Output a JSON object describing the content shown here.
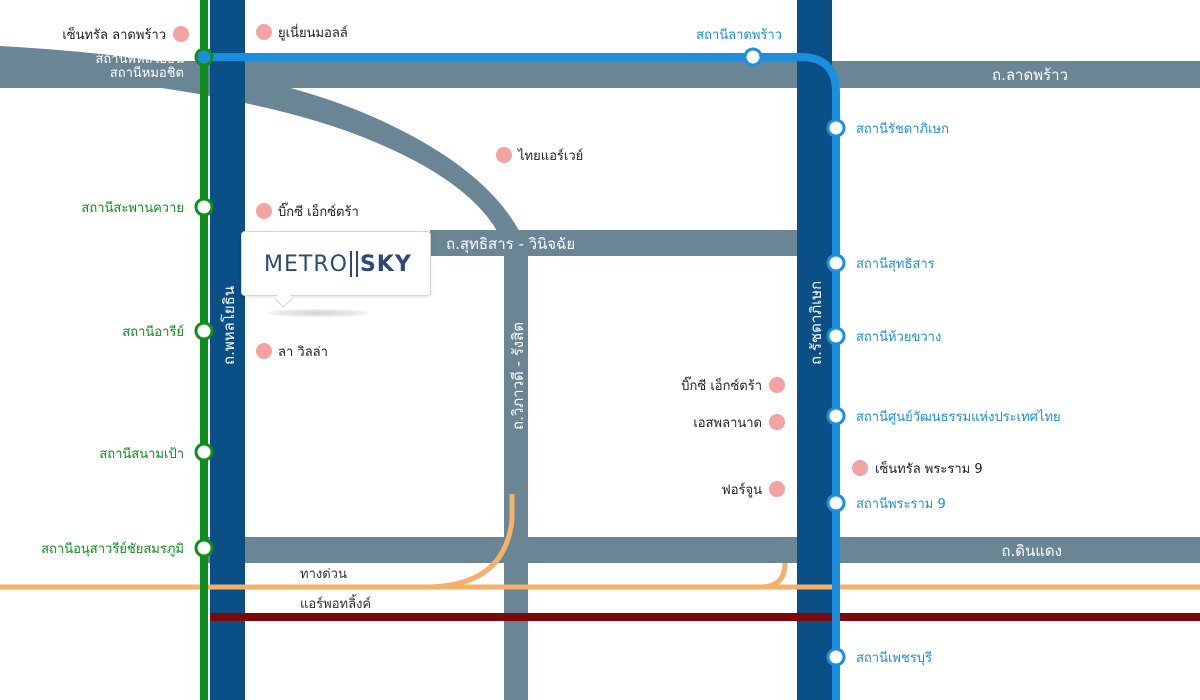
{
  "colors": {
    "green_line": "#0e8f1d",
    "blue_line": "#1a8fe0",
    "navy_road": "#0a4f86",
    "grey_road": "#6a8594",
    "expressway": "#f5b06a",
    "airport_link": "#7a0a0a",
    "poi": "#f3a3a3"
  },
  "roads": {
    "ladprao": "ถ.ลาดพร้าว",
    "phahonyothin": "ถ.พหลโยธิน",
    "sutthisan_winitchai": "ถ.สุทธิสาร - วินิจฉัย",
    "vibhavadi_rangsit": "ถ.วิภาวดี - รังสิต",
    "ratchadaphisek": "ถ.รัชดาภิเษก",
    "din_daeng": "ถ.ดินแดง",
    "expressway": "ทางด่วน",
    "airport_link": "แอร์พอทลิ้งค์"
  },
  "stations_green": [
    {
      "name": "สถานีพหลโยธิน",
      "name2": "สถานีหมอชิต"
    },
    {
      "name": "สถานีสะพานควาย"
    },
    {
      "name": "สถานีอารีย์"
    },
    {
      "name": "สถานีสนามเป้า"
    },
    {
      "name": "สถานีอนุสาวรีย์ชัยสมรภูมิ"
    }
  ],
  "stations_blue": [
    {
      "name": "สถานีลาดพร้าว"
    },
    {
      "name": "สถานีรัชดาภิเษก"
    },
    {
      "name": "สถานีสุทธิสาร"
    },
    {
      "name": "สถานีห้วยขวาง"
    },
    {
      "name": "สถานีศูนย์วัฒนธรรมแห่งประเทศไทย"
    },
    {
      "name": "สถานีพระราม 9"
    },
    {
      "name": "สถานีเพชรบุรี"
    }
  ],
  "pois": [
    {
      "name": "เซ็นทรัล ลาดพร้าว"
    },
    {
      "name": "ยูเนี่ยนมอลล์"
    },
    {
      "name": "ไทยแอร์เวย์"
    },
    {
      "name": "บิ๊กซี เอ็กซ์ตร้า"
    },
    {
      "name": "ลา วิลล่า"
    },
    {
      "name": "บิ๊กซี เอ็กซ์ตร้า"
    },
    {
      "name": "เอสพลานาด"
    },
    {
      "name": "เซ็นทรัล พระราม 9"
    },
    {
      "name": "ฟอร์จูน"
    }
  ],
  "logo": {
    "part1": "METRO",
    "part2": "SKY"
  }
}
